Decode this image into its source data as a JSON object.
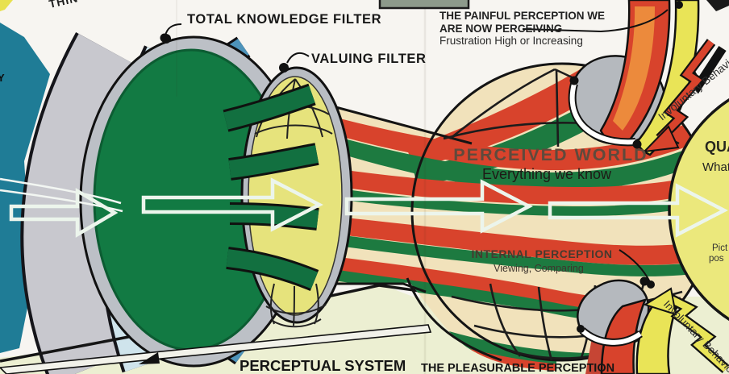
{
  "filters": {
    "total_knowledge_filter": "TOTAL KNOWLEDGE FILTER",
    "valuing_filter": "VALUING FILTER"
  },
  "painful_perception": {
    "line1": "THE PAINFUL PERCEPTION WE",
    "line2": "ARE NOW PERCEIVING",
    "subtitle": "Frustration High or Increasing",
    "involuntary_label": "Involuntary Behavior"
  },
  "perceived_world": {
    "title": "PERCEIVED WORLD",
    "subtitle": "Everything we know"
  },
  "internal_perception": {
    "title": "INTERNAL PERCEPTION",
    "subtitle": "Viewing, Comparing"
  },
  "pleasurable_perception": {
    "title": "THE PLEASURABLE PERCEPTION",
    "involuntary_label": "Involuntary Behavior"
  },
  "perceptual_system": {
    "title": "PERCEPTUAL SYSTEM"
  },
  "quality_world_fragments": {
    "line1": "QUA",
    "line2": "What",
    "line3": "Pict",
    "line4": "pos"
  },
  "edge_fragments": {
    "thinking": "THIN",
    "left_edge": "Y"
  },
  "colors": {
    "stripe_red": "#d8432c",
    "stripe_green": "#1d7a40",
    "knowledge_disc_green": "#127a43",
    "valuing_yellow": "#e6e37c",
    "ribbon_blue": "#4d93ba",
    "quality_world_yellow": "#ebe87c",
    "bolt_red": "#d8432c",
    "bolt_yellow": "#e9e457",
    "teal_backdrop": "#1f7c96",
    "scoop_gray": "#b5b9be",
    "sphere_cream": "#f1e2bb",
    "bottom_cream": "#ecefd2"
  }
}
